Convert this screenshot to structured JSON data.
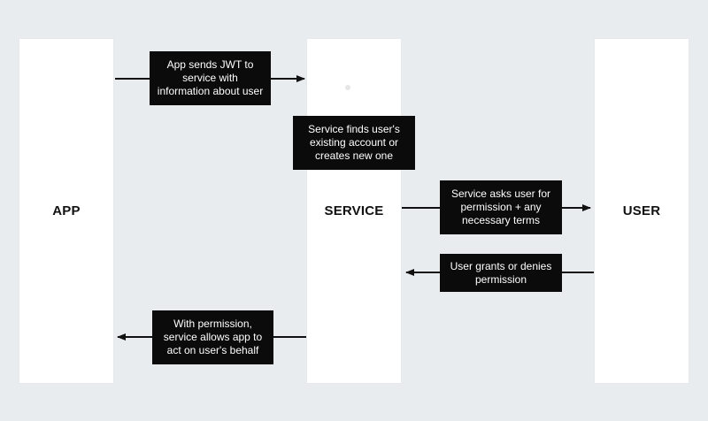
{
  "columns": {
    "app": "APP",
    "service": "SERVICE",
    "user": "USER"
  },
  "notes": {
    "jwt": "App sends JWT to service with information about user",
    "find_account": "Service finds user's existing account or creates new one",
    "ask_permission": "Service asks user for permission + any necessary terms",
    "grant": "User grants or denies permission",
    "allow": "With permission, service allows app to act on user's behalf"
  },
  "colors": {
    "background": "#e9ecef",
    "column": "#ffffff",
    "note": "#0b0b0b",
    "arrow": "#111111"
  }
}
